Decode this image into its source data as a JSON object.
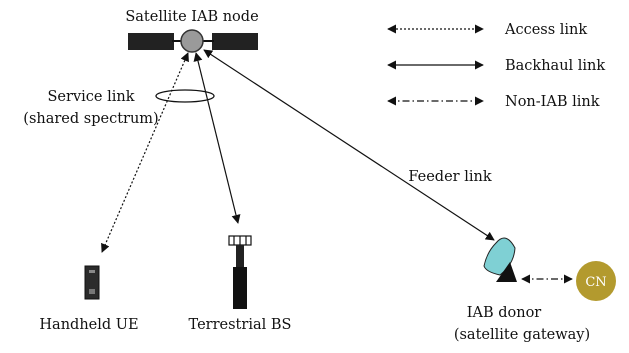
{
  "labels": {
    "satellite": "Satellite IAB node",
    "service_link_line1": "Service link",
    "service_link_line2": "(shared spectrum)",
    "feeder_link": "Feeder link",
    "handheld_ue": "Handheld UE",
    "terrestrial_bs": "Terrestrial BS",
    "iab_donor_line1": "IAB donor",
    "iab_donor_line2": "(satellite gateway)",
    "core_network": "CN"
  },
  "legend": [
    {
      "label": "Access link",
      "style": "dotted"
    },
    {
      "label": "Backhaul link",
      "style": "solid"
    },
    {
      "label": "Non-IAB link",
      "style": "dash-dot"
    }
  ],
  "colors": {
    "satellite_body": "#9a9a9a",
    "solar_panel": "#222222",
    "dish": "#7fd0d4",
    "core_network": "#b39a2e",
    "line": "#111111"
  },
  "icons": {
    "satellite": "satellite-icon",
    "handheld": "handheld-phone-icon",
    "tower": "base-station-tower-icon",
    "dish": "satellite-dish-icon",
    "core": "core-network-icon"
  }
}
